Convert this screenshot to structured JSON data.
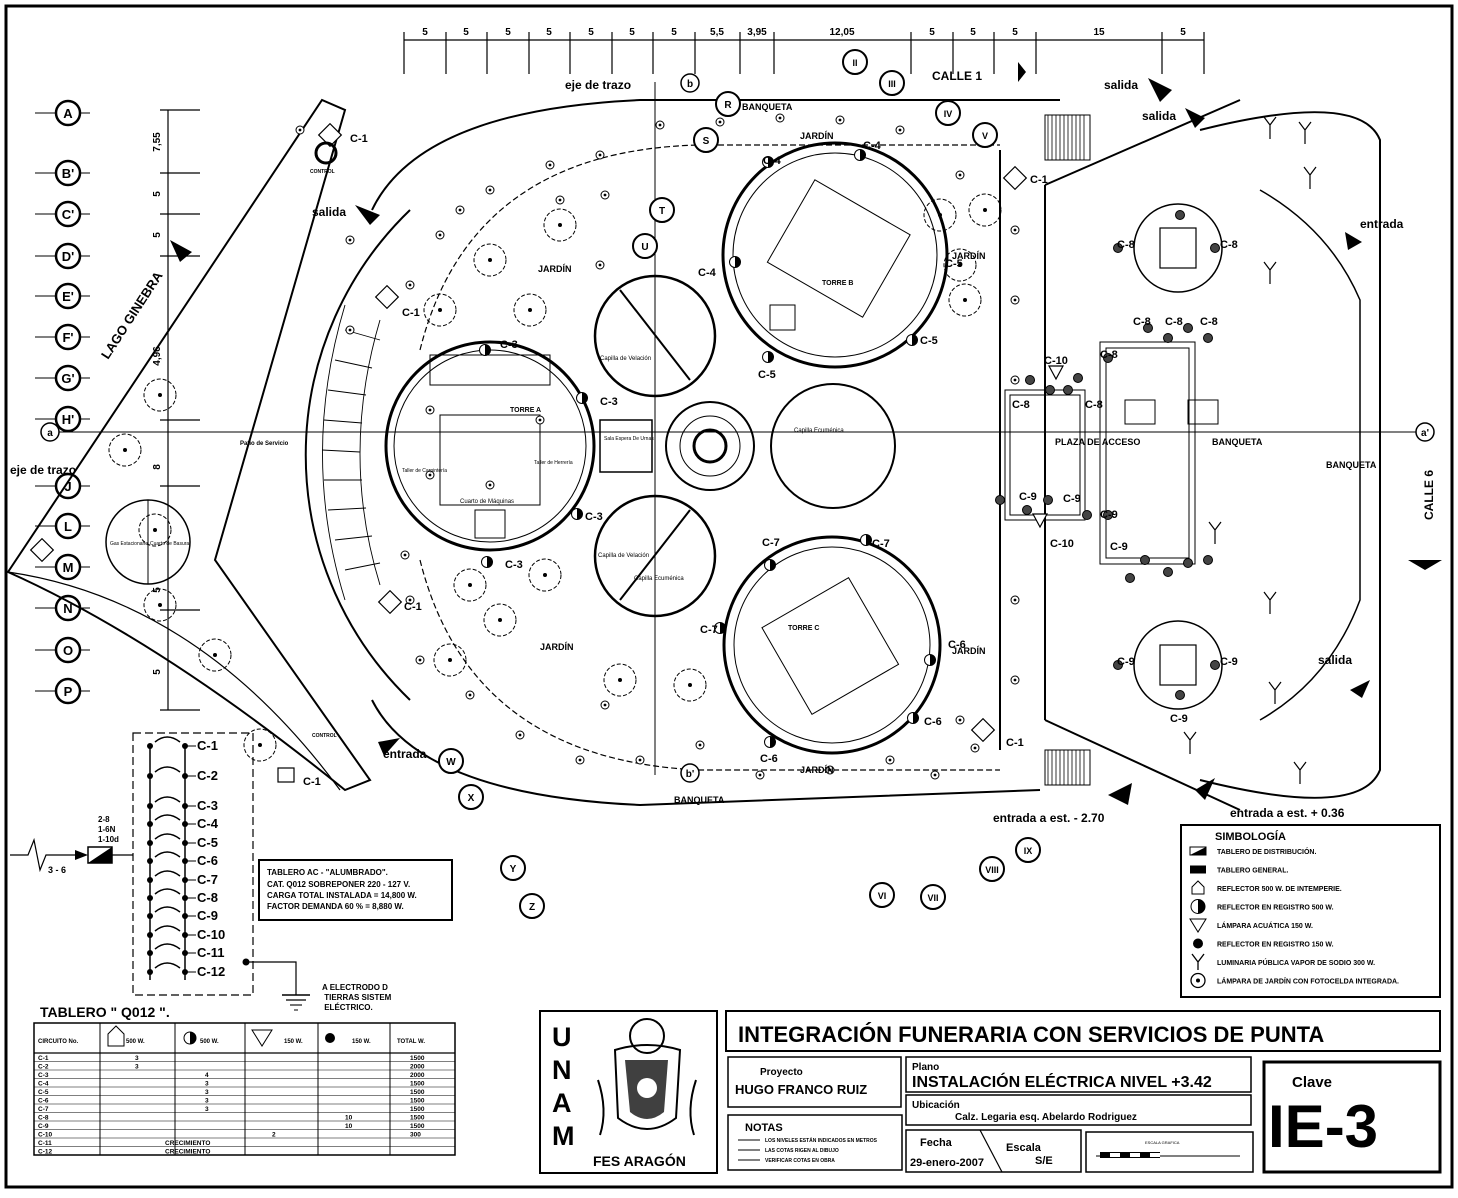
{
  "plan_labels": {
    "calle_1": "CALLE 1",
    "calle_6": "CALLE 6",
    "lago": "LAGO GINEBRA",
    "eje_top": "eje de trazo",
    "eje_left": "eje de trazo",
    "banqueta_top": "BANQUETA",
    "banqueta_bottom": "BANQUETA",
    "banqueta_right1": "BANQUETA",
    "banqueta_right2": "BANQUETA",
    "plaza": "PLAZA DE ACCESO",
    "patio": "Patio de Servicio",
    "jardin_1": "JARDÍN",
    "jardin_2": "JARDÍN",
    "jardin_3": "JARDÍN",
    "jardin_4": "JARDÍN",
    "jardin_5": "JARDÍN",
    "jardin_6": "JARDÍN",
    "torre_a": "TORRE A",
    "torre_b": "TORRE B",
    "torre_c": "TORRE C",
    "capilla_1": "Capilla de Velación",
    "capilla_2": "Capilla de Velación",
    "capilla_3": "Capilla Ecuménica",
    "capilla_4": "Capilla Ecuménica",
    "sala_urnas": "Sala Espera De Urnas",
    "cuarto_maquinas": "Cuarto de Máquinas",
    "taller_carp": "Taller de Carpintería",
    "taller_herr": "Taller de Herrería",
    "gas": "Gas Estacionario",
    "cuarto_basura": "Cuarto de Basura",
    "salida_1": "salida",
    "salida_2": "salida",
    "salida_3": "salida",
    "salida_4": "salida",
    "entrada_1": "entrada",
    "entrada_2": "entrada",
    "entrada_est_1": "entrada a est. - 2.70",
    "entrada_est_2": "entrada a est. + 0.36",
    "control_1": "CONTROL",
    "control_2": "CONTROL",
    "electrodo": "A ELECTRODO DE TIERRAS SISTEMA ELÉCTRICO.",
    "acometida": "3 - 6",
    "cables": [
      "2-8",
      "1-6N",
      "1-10d"
    ]
  },
  "top_dimensions": [
    "5",
    "5",
    "5",
    "5",
    "5",
    "5",
    "5",
    "5,5",
    "3,95",
    "12,05",
    "5",
    "5",
    "5",
    "15",
    "5"
  ],
  "left_dimensions": [
    "7,55",
    "5",
    "5",
    "4,96",
    "8",
    "5",
    "5"
  ],
  "grid_rows": [
    "A",
    "B'",
    "C'",
    "D'",
    "E'",
    "F'",
    "G'",
    "H'",
    "J",
    "L",
    "M",
    "N",
    "O",
    "P"
  ],
  "grid_roman": [
    "II",
    "III",
    "IV",
    "V",
    "VI",
    "VII",
    "VIII",
    "IX"
  ],
  "grid_letters": [
    "R",
    "S",
    "T",
    "U",
    "W",
    "X",
    "Y",
    "Z"
  ],
  "axis_markers": [
    "a",
    "a'",
    "b",
    "b'"
  ],
  "circuit_tags": [
    "C-1",
    "C-1",
    "C-1",
    "C-1",
    "C-1",
    "C-1",
    "C-3",
    "C-3",
    "C-3",
    "C-3",
    "C-4",
    "C-4",
    "C-4",
    "C-5",
    "C-5",
    "C-5",
    "C-6",
    "C-6",
    "C-6",
    "C-7",
    "C-7",
    "C-7",
    "C-8",
    "C-8",
    "C-8",
    "C-8",
    "C-8",
    "C-8",
    "C-8",
    "C-8",
    "C-9",
    "C-9",
    "C-9",
    "C-9",
    "C-9",
    "C-9",
    "C-9",
    "C-10",
    "C-10"
  ],
  "panel_circuits": [
    "C-1",
    "C-2",
    "C-3",
    "C-4",
    "C-5",
    "C-6",
    "C-7",
    "C-8",
    "C-9",
    "C-10",
    "C-11",
    "C-12"
  ],
  "tablero_note": [
    "TABLERO AC - \"ALUMBRADO\".",
    "CAT. Q012 SOBREPONER 220 - 127 V.",
    "CARGA TOTAL INSTALADA = 14,800 W.",
    "FACTOR DEMANDA  60 % =    8,880 W."
  ],
  "tablero_title": "TABLERO   \" Q012 \".",
  "load_table": {
    "headers": [
      "CIRCUITO No.",
      "500 W.",
      "500 W.",
      "150 W.",
      "150 W.",
      "TOTAL W."
    ],
    "rows": [
      [
        "C-1",
        "3",
        "",
        "",
        "",
        "1500"
      ],
      [
        "C-2",
        "3",
        "",
        "",
        "",
        "2000"
      ],
      [
        "C-3",
        "",
        "4",
        "",
        "",
        "2000"
      ],
      [
        "C-4",
        "",
        "3",
        "",
        "",
        "1500"
      ],
      [
        "C-5",
        "",
        "3",
        "",
        "",
        "1500"
      ],
      [
        "C-6",
        "",
        "3",
        "",
        "",
        "1500"
      ],
      [
        "C-7",
        "",
        "3",
        "",
        "",
        "1500"
      ],
      [
        "C-8",
        "",
        "",
        "",
        "10",
        "1500"
      ],
      [
        "C-9",
        "",
        "",
        "",
        "10",
        "1500"
      ],
      [
        "C-10",
        "",
        "",
        "2",
        "",
        "300"
      ],
      [
        "C-11",
        "CRECIMIENTO",
        "",
        "",
        "",
        ""
      ],
      [
        "C-12",
        "CRECIMIENTO",
        "",
        "",
        "",
        ""
      ]
    ]
  },
  "simbologia": {
    "title": "SIMBOLOGÍA",
    "items": [
      {
        "icon": "panel-icon",
        "label": "TABLERO DE DISTRIBUCIÓN."
      },
      {
        "icon": "general-panel-icon",
        "label": "TABLERO GENERAL."
      },
      {
        "icon": "reflector-500-icon",
        "label": "REFLECTOR 500 W. DE INTEMPERIE."
      },
      {
        "icon": "half-circle-icon",
        "label": "REFLECTOR EN REGISTRO 500 W."
      },
      {
        "icon": "triangle-icon",
        "label": "LÁMPARA ACUÁTICA 150 W."
      },
      {
        "icon": "filled-circle-icon",
        "label": "REFLECTOR EN REGISTRO 150 W."
      },
      {
        "icon": "street-light-icon",
        "label": "LUMINARIA PÚBLICA VAPOR DE SODIO 300 W."
      },
      {
        "icon": "garden-lamp-icon",
        "label": "LÁMPARA DE JARDÍN CON FOTOCELDA INTEGRADA."
      }
    ]
  },
  "title_block": {
    "unam_letters": [
      "U",
      "N",
      "A",
      "M"
    ],
    "school": "FES ARAGÓN",
    "project_title": "INTEGRACIÓN FUNERARIA CON SERVICIOS DE PUNTA",
    "proyecto_label": "Proyecto",
    "proyecto_value": "HUGO FRANCO RUIZ",
    "plano_label": "Plano",
    "plano_value": "INSTALACIÓN ELÉCTRICA NIVEL +3.42",
    "ubicacion_label": "Ubicación",
    "ubicacion_value": "Calz. Legaria esq.  Abelardo Rodriguez",
    "notas_label": "NOTAS",
    "notas": [
      "LOS NIVELES ESTÁN INDICADOS EN METROS",
      "LAS COTAS RIGEN AL DIBUJO",
      "VERIFICAR COTAS EN OBRA"
    ],
    "fecha_label": "Fecha",
    "fecha_value": "29-enero-2007",
    "escala_label": "Escala",
    "escala_value": "S/E",
    "escala_grafica": "ESCALA GRAFICA",
    "clave_label": "Clave",
    "clave_value": "IE-3"
  }
}
